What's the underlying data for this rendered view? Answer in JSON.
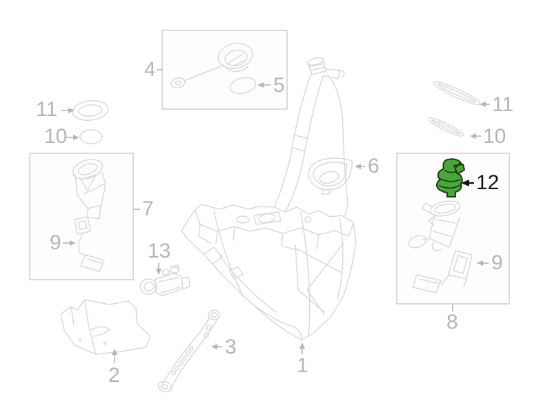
{
  "diagram": {
    "kind": "exploded-parts-diagram",
    "subject": "fuel-tank-assembly",
    "colors": {
      "background": "#ffffff",
      "line_art": "#d9d9d9",
      "box_border": "#cfcfcf",
      "callout_label": "#b5b5b5",
      "highlight_fill": "#4ba53d",
      "highlight_outline": "#16400f",
      "highlight_label": "#141414"
    },
    "highlighted_part_number": "12",
    "callouts": [
      {
        "id": "11-left",
        "text": "11"
      },
      {
        "id": "10-left",
        "text": "10"
      },
      {
        "id": "4",
        "text": "4"
      },
      {
        "id": "5",
        "text": "5"
      },
      {
        "id": "7",
        "text": "7"
      },
      {
        "id": "9-left",
        "text": "9"
      },
      {
        "id": "13",
        "text": "13"
      },
      {
        "id": "6",
        "text": "6"
      },
      {
        "id": "11-right",
        "text": "11"
      },
      {
        "id": "10-right",
        "text": "10"
      },
      {
        "id": "12",
        "text": "12"
      },
      {
        "id": "9-right",
        "text": "9"
      },
      {
        "id": "8",
        "text": "8"
      },
      {
        "id": "3",
        "text": "3"
      },
      {
        "id": "1",
        "text": "1"
      },
      {
        "id": "2",
        "text": "2"
      }
    ]
  }
}
